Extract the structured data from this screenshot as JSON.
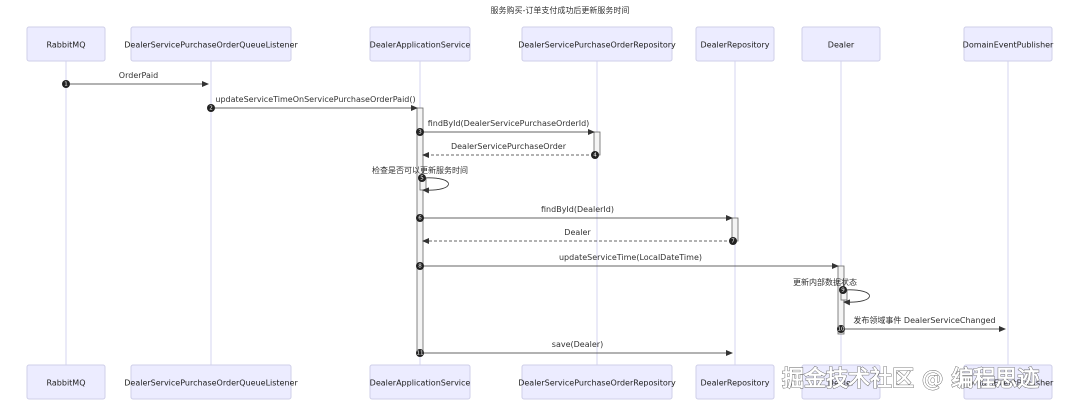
{
  "title": "服务购买-订单支付成功后更新服务时间",
  "participants": [
    {
      "id": "rmq",
      "label": "RabbitMQ"
    },
    {
      "id": "lst",
      "label": "DealerServicePurchaseOrderQueueListener"
    },
    {
      "id": "app",
      "label": "DealerApplicationService"
    },
    {
      "id": "repo",
      "label": "DealerServicePurchaseOrderRepository"
    },
    {
      "id": "drepo",
      "label": "DealerRepository"
    },
    {
      "id": "dealer",
      "label": "Dealer"
    },
    {
      "id": "pub",
      "label": "DomainEventPublisher"
    }
  ],
  "messages": [
    {
      "num": "1",
      "from": "rmq",
      "to": "lst",
      "label": "OrderPaid",
      "type": "solid"
    },
    {
      "num": "2",
      "from": "lst",
      "to": "app",
      "label": "updateServiceTimeOnServicePurchaseOrderPaid()",
      "type": "solid"
    },
    {
      "num": "3",
      "from": "app",
      "to": "repo",
      "label": "findById(DealerServicePurchaseOrderId)",
      "type": "solid"
    },
    {
      "num": "4",
      "from": "repo",
      "to": "app",
      "label": "DealerServicePurchaseOrder",
      "type": "dashed"
    },
    {
      "num": "5",
      "from": "app",
      "to": "app",
      "label": "检查是否可以更新服务时间",
      "type": "self"
    },
    {
      "num": "6",
      "from": "app",
      "to": "drepo",
      "label": "findById(DealerId)",
      "type": "solid"
    },
    {
      "num": "7",
      "from": "drepo",
      "to": "app",
      "label": "Dealer",
      "type": "dashed"
    },
    {
      "num": "8",
      "from": "app",
      "to": "dealer",
      "label": "updateServiceTime(LocalDateTime)",
      "type": "solid"
    },
    {
      "num": "9",
      "from": "dealer",
      "to": "dealer",
      "label": "更新内部数据状态",
      "type": "self"
    },
    {
      "num": "10",
      "from": "dealer",
      "to": "pub",
      "label": "发布领域事件 DealerServiceChanged",
      "type": "solid"
    },
    {
      "num": "11",
      "from": "app",
      "to": "drepo",
      "label": "save(Dealer)",
      "type": "solid"
    }
  ],
  "watermark": "掘金技术社区 @ 编程思迹",
  "colors": {
    "actor_fill": "#ECECFF",
    "actor_stroke": "#cfcfe8",
    "lifeline": "#e2e2f4",
    "line": "#333333"
  }
}
